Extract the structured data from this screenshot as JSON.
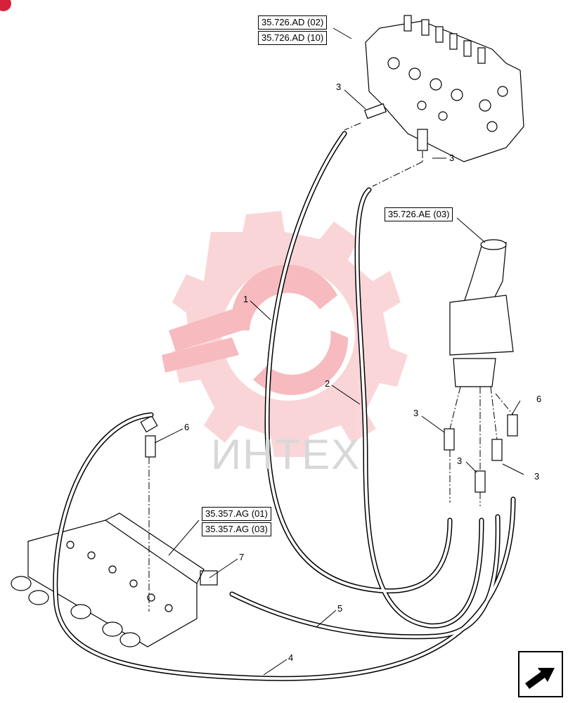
{
  "references": {
    "valve_bank_a": "35.726.AD (02)",
    "valve_bank_b": "35.726.AD (10)",
    "joystick": "35.726.AE (03)",
    "manifold_a": "35.357.AG (01)",
    "manifold_b": "35.357.AG (03)"
  },
  "callouts": {
    "c1": "1",
    "c2": "2",
    "c3_top": "3",
    "c3_valve": "3",
    "c3_left": "3",
    "c3_mid": "3",
    "c3_right": "3",
    "c4": "4",
    "c5": "5",
    "c6_left": "6",
    "c6_right": "6",
    "c7": "7"
  },
  "watermark": "ИНТЕХ",
  "colors": {
    "watermark_logo": "#f5a3aa",
    "badge": "#d6213b",
    "line": "#000000"
  },
  "icons": {
    "nav": "arrow-next-page-icon"
  }
}
